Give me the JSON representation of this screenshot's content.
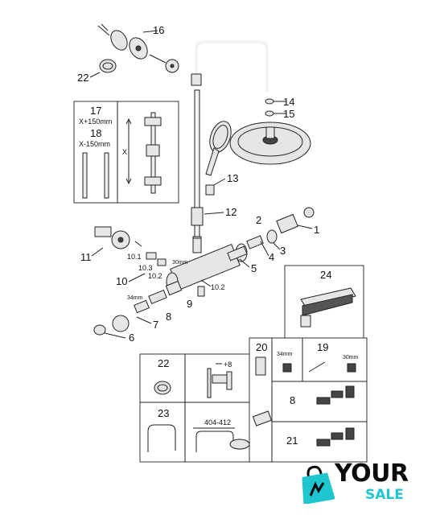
{
  "callouts": {
    "c1": "1",
    "c2": "2",
    "c3": "3",
    "c4": "4",
    "c5": "5",
    "c6": "6",
    "c7": "7",
    "c8": "8",
    "c9": "9",
    "c10": "10",
    "c10_1": "10.1",
    "c10_2": "10.2",
    "c10_2b": "10.2",
    "c10_3": "10.3",
    "c11": "11",
    "c12": "12",
    "c13": "13",
    "c14": "14",
    "c15": "15",
    "c16": "16",
    "c22": "22",
    "c24": "24"
  },
  "dims": {
    "d30mm_a": "30mm",
    "d34mm_a": "34mm"
  },
  "extension_panel": {
    "p17": "17",
    "p17_desc": "X+150mm",
    "p18": "18",
    "p18_desc": "X-150mm",
    "x_label": "X"
  },
  "lower_panel": {
    "p22": "22",
    "plus8": "+8",
    "p23": "23",
    "span": "404-412"
  },
  "tools_panel": {
    "p20": "20",
    "d34": "34mm",
    "p19": "19",
    "d30": "30mm",
    "p8": "8",
    "p21": "21"
  },
  "logo": {
    "word": "YOUR",
    "sub": "SALE",
    "accent_color": "#1ec6d0",
    "icon": "shopping-bag-icon"
  }
}
